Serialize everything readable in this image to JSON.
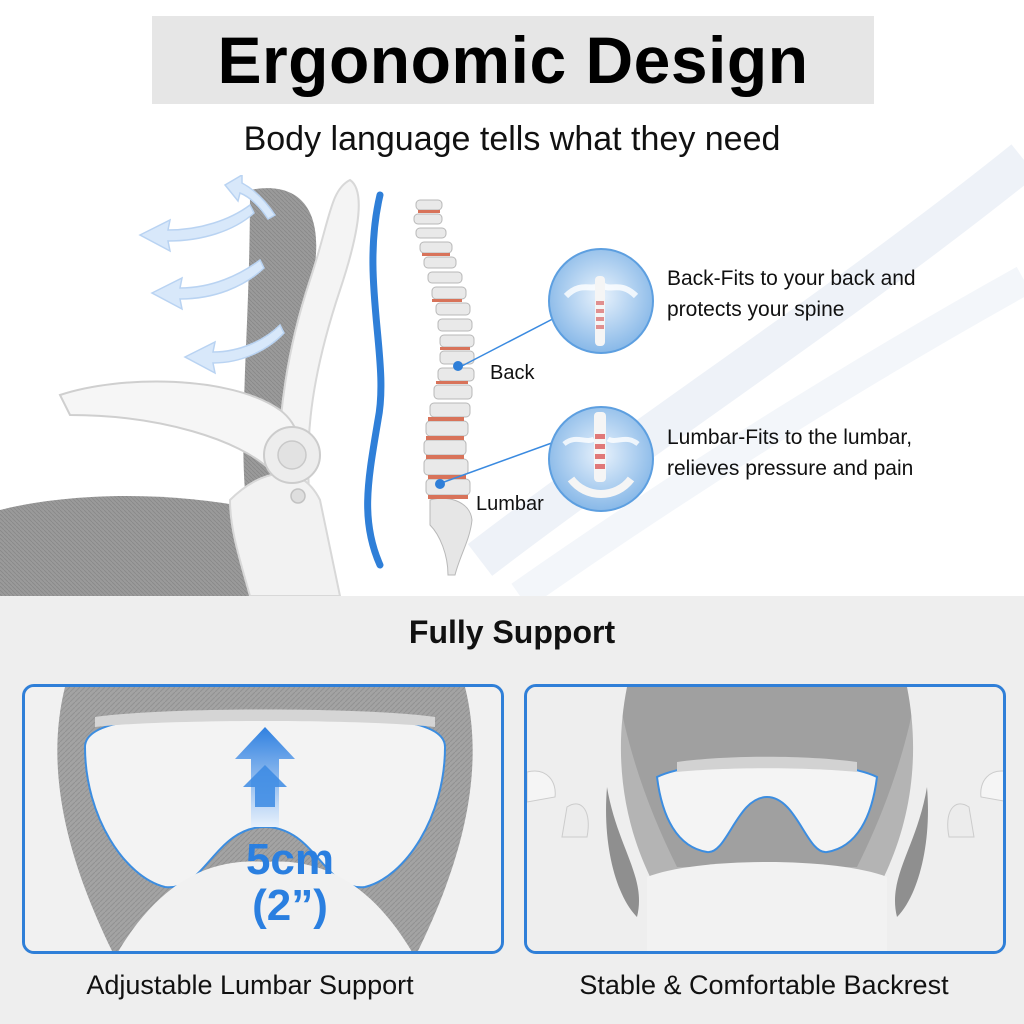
{
  "header": {
    "title": "Ergonomic Design",
    "subtitle": "Body language tells what they need"
  },
  "spine": {
    "back_label": "Back",
    "lumbar_label": "Lumbar"
  },
  "features": [
    {
      "line1": "Back-Fits to your back and",
      "line2": "protects your spine"
    },
    {
      "line1": "Lumbar-Fits to the lumbar,",
      "line2": "relieves pressure and pain"
    }
  ],
  "support": {
    "title": "Fully Support",
    "left_caption": "Adjustable Lumbar Support",
    "right_caption": "Stable & Comfortable Backrest",
    "height_metric": "5cm",
    "height_imperial": "(2”)"
  },
  "colors": {
    "accent_blue": "#2f7fd8",
    "mesh_gray": "#8e8e8e",
    "frame_white": "#f4f4f4",
    "spine_highlight": "#e07a5a"
  }
}
